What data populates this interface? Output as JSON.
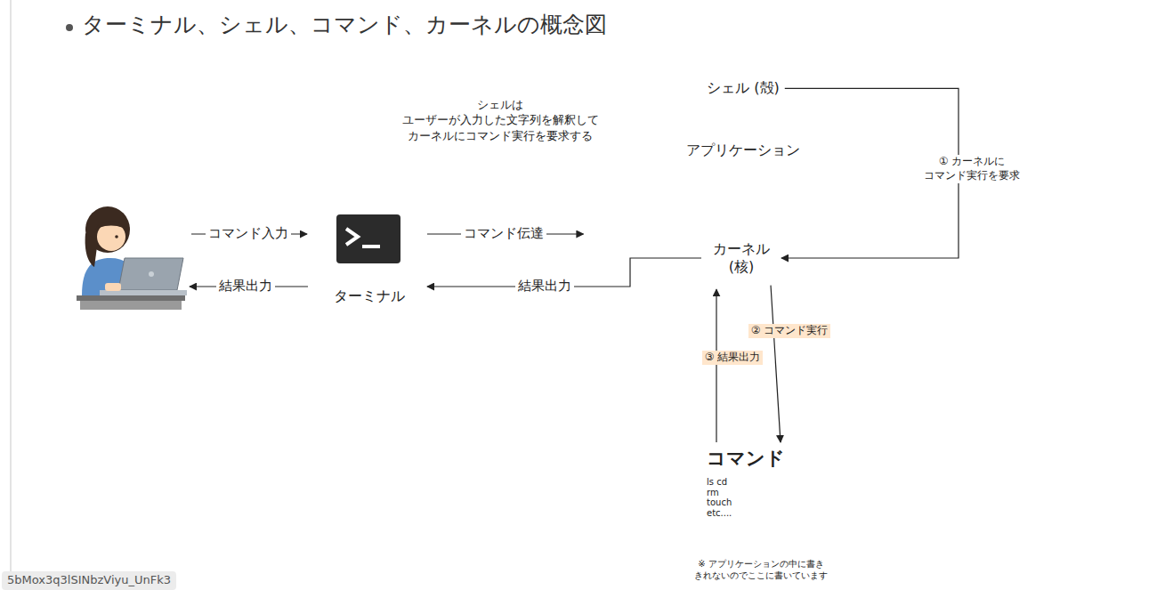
{
  "diagram": {
    "title": "ターミナル、シェル、コマンド、カーネルの概念図",
    "nodes": [
      {
        "text": [
          "シェルは ユーザーが入力した文字列を解釈して カーネルにコマンド実行を要求する"
        ]
      },
      {
        "text": [
          "ターミナル"
        ]
      },
      {
        "text": [
          "シェル (殻)"
        ]
      },
      {
        "text": [
          "アプリケーション"
        ],
        "in": 2
      },
      {
        "text": [
          "カーネル (核)"
        ],
        "in": 3
      },
      {
        "text": [
          "コマンド",
          "ls cd rm touch etc...."
        ]
      }
    ],
    "edges": [
      {
        "from": 1,
        "to": 2,
        "label": "コマンド伝達",
        "arrow": "to"
      },
      {
        "from": 4,
        "to": 1,
        "label": "結果出力",
        "arrow": "to"
      },
      {
        "from": 2,
        "to": 4,
        "label": "① カーネルに コマンド実行を要求",
        "arrow": "to"
      },
      {
        "from": 4,
        "to": 5,
        "label": "② コマンド実行",
        "arrow": "to"
      },
      {
        "from": 5,
        "to": 4,
        "label": "③ 結果出力",
        "arrow": "to"
      }
    ],
    "labels": [
      "コマンド入力",
      "結果出力",
      "※ アプリケーションの中に書き きれないのでここに書いています",
      "5bMox3q3lSINbzViyu_UnFk3"
    ]
  }
}
